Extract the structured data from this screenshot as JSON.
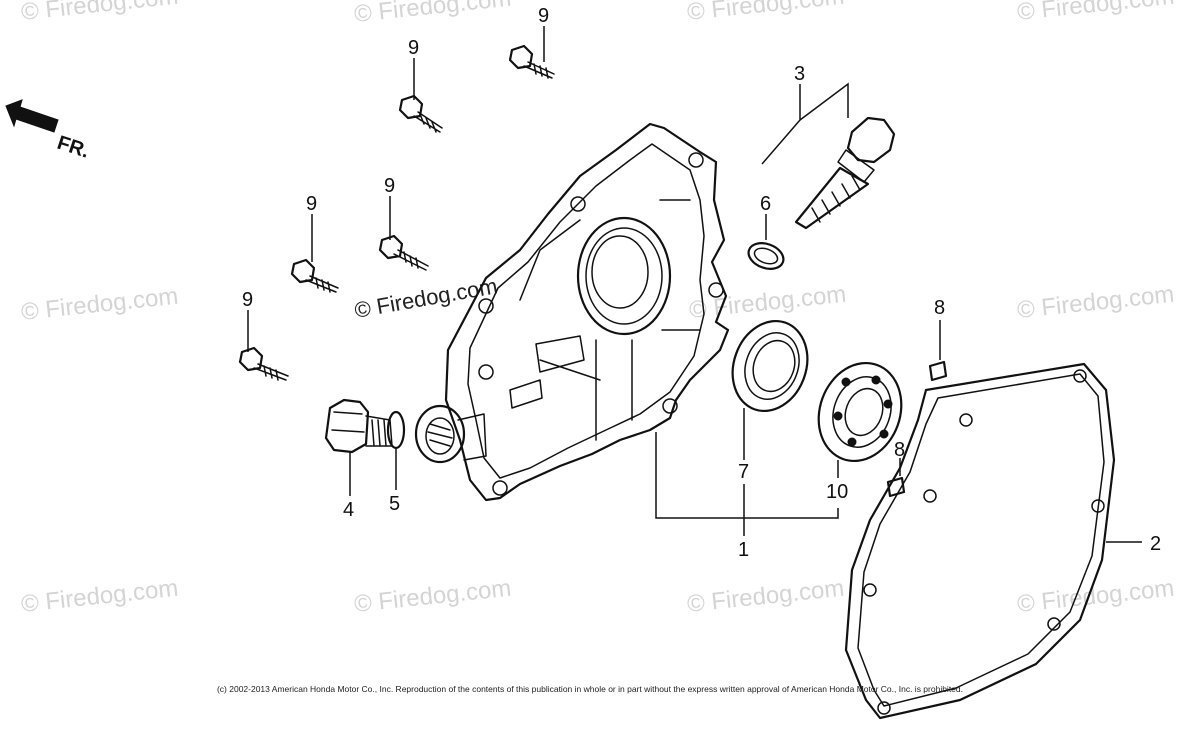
{
  "watermark": {
    "text": "© Firedog.com",
    "center_text": "© Firedog.com",
    "color": "#d4d4d4"
  },
  "direction_indicator": {
    "label": "FR."
  },
  "callouts": {
    "c1": "1",
    "c2": "2",
    "c3": "3",
    "c4": "4",
    "c5": "5",
    "c6": "6",
    "c7": "7",
    "c8a": "8",
    "c8b": "8",
    "c9a": "9",
    "c9b": "9",
    "c9c": "9",
    "c9d": "9",
    "c9e": "9",
    "c10": "10"
  },
  "copyright": "(c) 2002-2013 American Honda Motor Co., Inc. Reproduction of the contents of this publication in whole or in part without the express written approval of American Honda Motor Co., Inc. is prohibited."
}
